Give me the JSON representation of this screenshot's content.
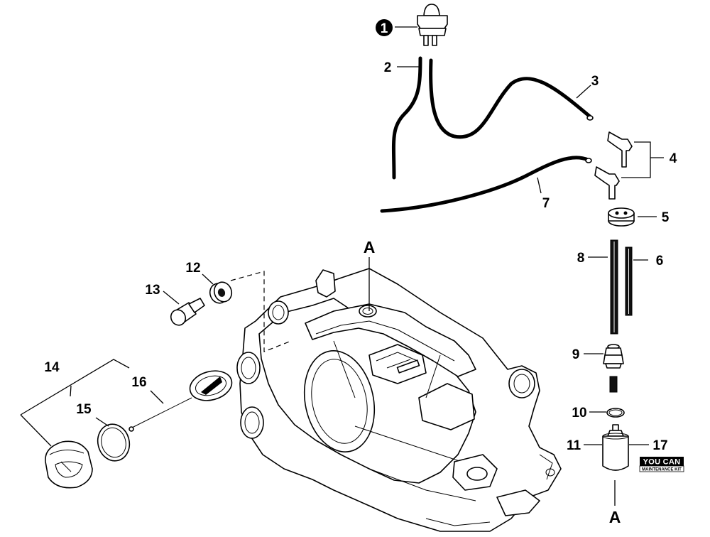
{
  "diagram": {
    "callouts": {
      "c1": "1",
      "c2": "2",
      "c3": "3",
      "c4": "4",
      "c5": "5",
      "c6": "6",
      "c7": "7",
      "c8": "8",
      "c9": "9",
      "c10": "10",
      "c11": "11",
      "c12": "12",
      "c13": "13",
      "c14": "14",
      "c15": "15",
      "c16": "16",
      "c17": "17"
    },
    "ref_top": "A",
    "ref_bottom": "A",
    "badge": {
      "brand": "YOU CAN",
      "sub": "MAINTENANCE KIT"
    }
  }
}
